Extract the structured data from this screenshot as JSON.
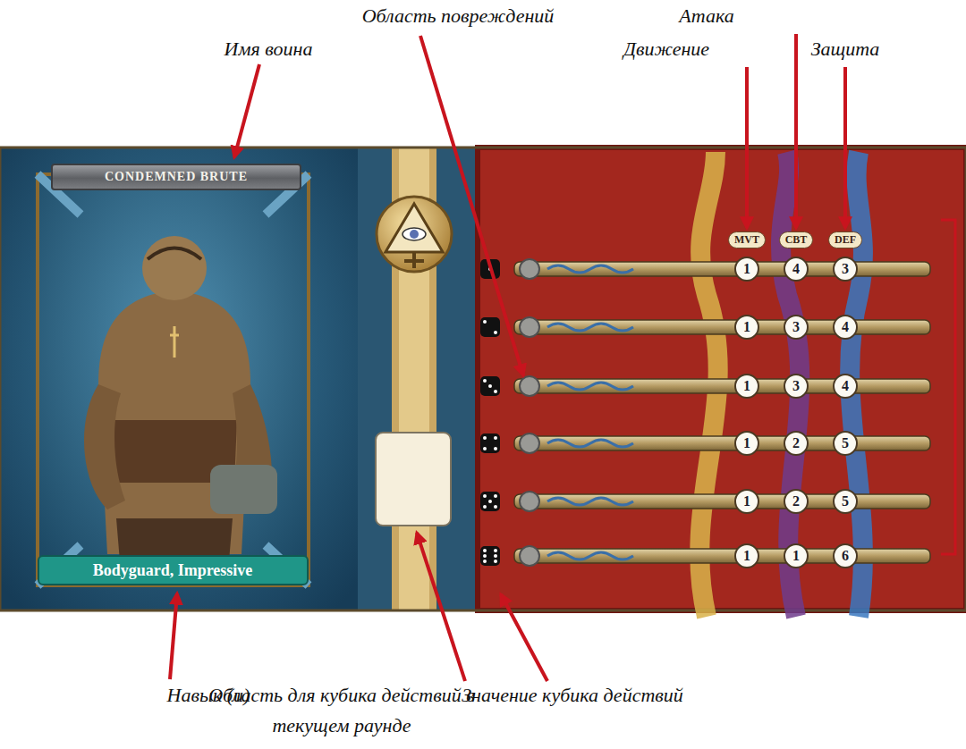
{
  "diagram": {
    "nodes": [
      {
        "text": [
          "CONDEMNED BRUTE"
        ]
      },
      {
        "text": [
          "MVT"
        ]
      },
      {
        "text": [
          "CBT"
        ]
      },
      {
        "text": [
          "DEF"
        ]
      },
      {
        "text": [
          "1"
        ]
      },
      {
        "text": [
          "4"
        ]
      },
      {
        "text": [
          "3"
        ]
      },
      {
        "text": [
          "1"
        ]
      },
      {
        "text": [
          "3"
        ]
      },
      {
        "text": [
          "4"
        ]
      },
      {
        "text": [
          "1"
        ]
      },
      {
        "text": [
          "3"
        ]
      },
      {
        "text": [
          "4"
        ]
      },
      {
        "text": [
          "1"
        ]
      },
      {
        "text": [
          "2"
        ]
      },
      {
        "text": [
          "5"
        ]
      },
      {
        "text": [
          "1"
        ]
      },
      {
        "text": [
          "2"
        ]
      },
      {
        "text": [
          "5"
        ]
      },
      {
        "text": [
          "1"
        ]
      },
      {
        "text": [
          "1"
        ]
      },
      {
        "text": [
          "6"
        ]
      },
      {
        "text": [
          "Bodyguard, Impressive"
        ]
      }
    ],
    "labels": [
      "Область повреждений",
      "Атака",
      "Имя воина",
      "Движение",
      "Защита",
      "Навык (и)",
      "Область для кубика действий в текущем раунде",
      "Значение кубика действий"
    ]
  }
}
